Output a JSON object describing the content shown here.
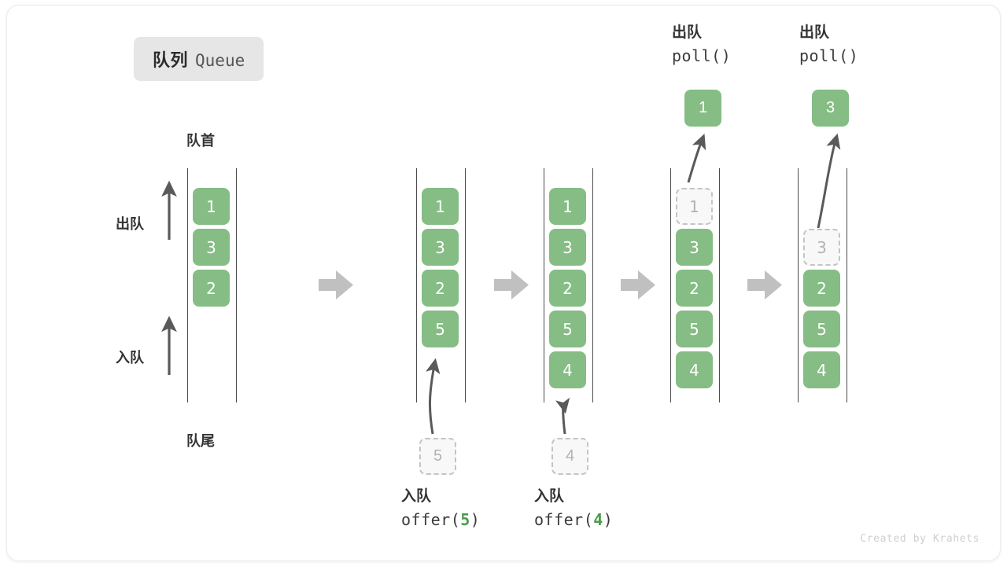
{
  "title": {
    "cn": "队列",
    "en": "Queue"
  },
  "labels": {
    "head": "队首",
    "tail": "队尾",
    "dequeue": "出队",
    "enqueue": "入队"
  },
  "credit": "Created by Krahets",
  "colors": {
    "element_fill": "#85bd85",
    "element_text": "#ffffff",
    "ghost_fill": "#f8f8f8",
    "ghost_border": "#c4c4c4",
    "ghost_text": "#b3b3b3",
    "rail": "#4c4c4c",
    "arrow": "#5a5a5a",
    "step_arrow": "#c0c0c0",
    "badge_bg": "#e6e6e6",
    "accent_green": "#4a9c4a"
  },
  "operations": [
    {
      "cn": "入队",
      "fn": "offer(",
      "arg": "5",
      "close": ")"
    },
    {
      "cn": "入队",
      "fn": "offer(",
      "arg": "4",
      "close": ")"
    },
    {
      "cn": "出队",
      "fn": "poll(",
      "arg": "",
      "close": ")"
    },
    {
      "cn": "出队",
      "fn": "poll(",
      "arg": "",
      "close": ")"
    }
  ],
  "panels": [
    {
      "name": "initial-queue",
      "cells": [
        {
          "value": "1",
          "state": "filled"
        },
        {
          "value": "3",
          "state": "filled"
        },
        {
          "value": "2",
          "state": "filled"
        }
      ]
    },
    {
      "name": "after-offer-5",
      "cells": [
        {
          "value": "1",
          "state": "filled"
        },
        {
          "value": "3",
          "state": "filled"
        },
        {
          "value": "2",
          "state": "filled"
        },
        {
          "value": "5",
          "state": "filled"
        }
      ],
      "pending": {
        "value": "5",
        "state": "ghost"
      }
    },
    {
      "name": "after-offer-4",
      "cells": [
        {
          "value": "1",
          "state": "filled"
        },
        {
          "value": "3",
          "state": "filled"
        },
        {
          "value": "2",
          "state": "filled"
        },
        {
          "value": "5",
          "state": "filled"
        },
        {
          "value": "4",
          "state": "filled"
        }
      ],
      "pending": {
        "value": "4",
        "state": "ghost"
      }
    },
    {
      "name": "after-poll-1",
      "cells": [
        {
          "value": "1",
          "state": "ghost"
        },
        {
          "value": "3",
          "state": "filled"
        },
        {
          "value": "2",
          "state": "filled"
        },
        {
          "value": "5",
          "state": "filled"
        },
        {
          "value": "4",
          "state": "filled"
        }
      ],
      "popped": {
        "value": "1",
        "state": "filled"
      }
    },
    {
      "name": "after-poll-3",
      "cells": [
        {
          "value": "",
          "state": "empty"
        },
        {
          "value": "3",
          "state": "ghost"
        },
        {
          "value": "2",
          "state": "filled"
        },
        {
          "value": "5",
          "state": "filled"
        },
        {
          "value": "4",
          "state": "filled"
        }
      ],
      "popped": {
        "value": "3",
        "state": "filled"
      }
    }
  ]
}
